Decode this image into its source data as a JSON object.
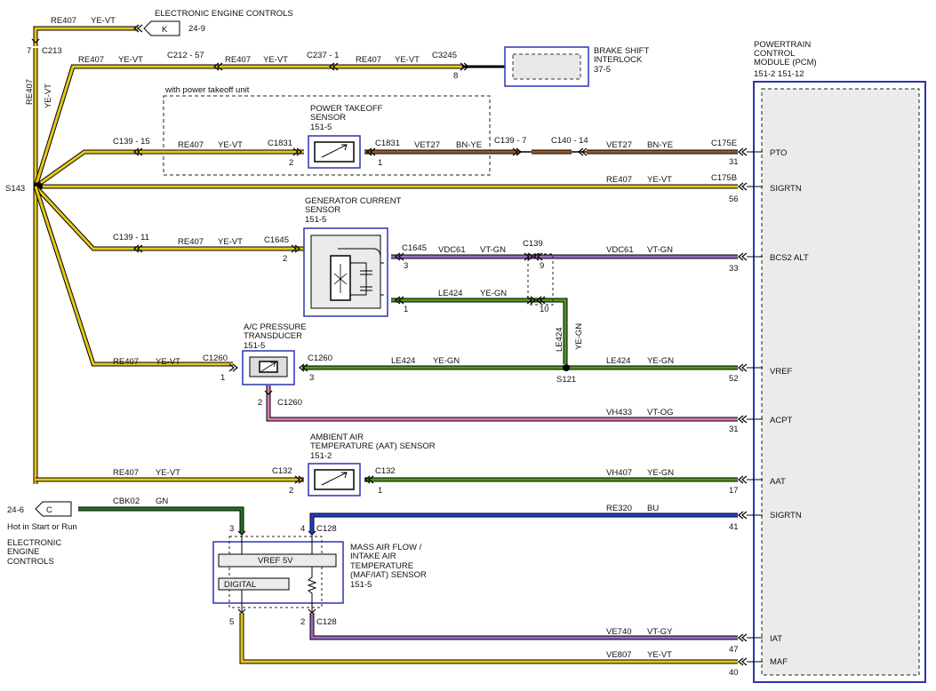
{
  "pcm": {
    "title": [
      "POWERTRAIN",
      "CONTROL",
      "MODULE (PCM)"
    ],
    "refs": "151-2   151-12",
    "pins": [
      {
        "name": "PTO",
        "pin": "31"
      },
      {
        "name": "SIGRTN",
        "pin": "56"
      },
      {
        "name": "BCS2 ALT",
        "pin": "33"
      },
      {
        "name": "VREF",
        "pin": "52"
      },
      {
        "name": "ACPT",
        "pin": "31"
      },
      {
        "name": "AAT",
        "pin": "17"
      },
      {
        "name": "SIGRTN",
        "pin": "41"
      },
      {
        "name": "IAT",
        "pin": "47"
      },
      {
        "name": "MAF",
        "pin": "40"
      }
    ]
  },
  "top": {
    "eec_label": "ELECTRONIC ENGINE CONTROLS",
    "eec_connector": "K",
    "eec_ref": "24-9",
    "wire": "RE407",
    "color": "YE-VT",
    "c213": "C213",
    "c213_pin": "7"
  },
  "splice_s143": "S143",
  "vertical_wire": {
    "circuit": "RE407",
    "color": "YE-VT"
  },
  "row_brake": {
    "c212": "C212 - 57",
    "c237": "C237 - 1",
    "c3245": "C3245",
    "pin": "8",
    "circuit": "RE407",
    "color": "YE-VT",
    "component": [
      "BRAKE SHIFT",
      "INTERLOCK"
    ],
    "ref": "37-5"
  },
  "pto_box_label": "with power takeoff unit",
  "pto_sensor": {
    "title": [
      "POWER TAKEOFF",
      "SENSOR"
    ],
    "ref": "151-5",
    "c139": "C139 - 15",
    "c1831": "C1831",
    "pin_left": "2",
    "pin_right": "1",
    "circuit_left": "RE407",
    "color_left": "YE-VT",
    "circuit_right": "VET27",
    "color_right": "BN-YE",
    "c139_7": "C139 - 7",
    "c140_14": "C140 - 14",
    "c175e": "C175E"
  },
  "sigrtn_row": {
    "circuit": "RE407",
    "color": "YE-VT",
    "conn": "C175B"
  },
  "gen_sensor": {
    "title": [
      "GENERATOR CURRENT",
      "SENSOR"
    ],
    "ref": "151-5",
    "c139": "C139 - 11",
    "c1645": "C1645",
    "circuit_left": "RE407",
    "color_left": "YE-VT",
    "pin_left": "2",
    "pin_3": "3",
    "pin_1": "1",
    "c139_right": "C139",
    "circuit_sig": "VDC61",
    "color_sig": "VT-GN",
    "pin_9": "9",
    "pin_10": "10",
    "circuit_ref": "LE424",
    "color_ref": "YE-GN"
  },
  "ac_sensor": {
    "title": [
      "A/C PRESSURE",
      "TRANSDUCER"
    ],
    "ref": "151-5",
    "circuit_left": "RE407",
    "color_left": "YE-VT",
    "c1260": "C1260",
    "pin_1": "1",
    "pin_3": "3",
    "pin_2": "2",
    "circuit_ref": "LE424",
    "color_ref": "YE-GN",
    "s121": "S121",
    "circuit_sig": "VH433",
    "color_sig": "VT-OG"
  },
  "aat_sensor": {
    "title": [
      "AMBIENT AIR",
      "TEMPERATURE (AAT) SENSOR"
    ],
    "ref": "151-2",
    "circuit_left": "RE407",
    "color_left": "YE-VT",
    "c132": "C132",
    "pin_2": "2",
    "pin_1": "1",
    "circuit_sig": "VH407",
    "color_sig": "YE-GN"
  },
  "maf_sensor": {
    "title": [
      "MASS AIR FLOW /",
      "INTAKE AIR",
      "TEMPERATURE",
      "(MAF/IAT) SENSOR"
    ],
    "ref": "151-5",
    "vref": "VREF 5V",
    "digital": "DIGITAL",
    "eec_ref": "24-6",
    "eec_connector": "C",
    "hot_label": "Hot in Start or Run",
    "eec_label": [
      "ELECTRONIC",
      "ENGINE",
      "CONTROLS"
    ],
    "circuit_pwr": "CBK02",
    "color_pwr": "GN",
    "pin_3": "3",
    "pin_4": "4",
    "c128": "C128",
    "circuit_rtn": "RE320",
    "color_rtn": "BU",
    "pin_2": "2",
    "pin_5": "5",
    "c128_bottom": "C128",
    "circuit_iat": "VE740",
    "color_iat": "VT-GY",
    "circuit_maf": "VE807",
    "color_maf": "YE-VT"
  }
}
